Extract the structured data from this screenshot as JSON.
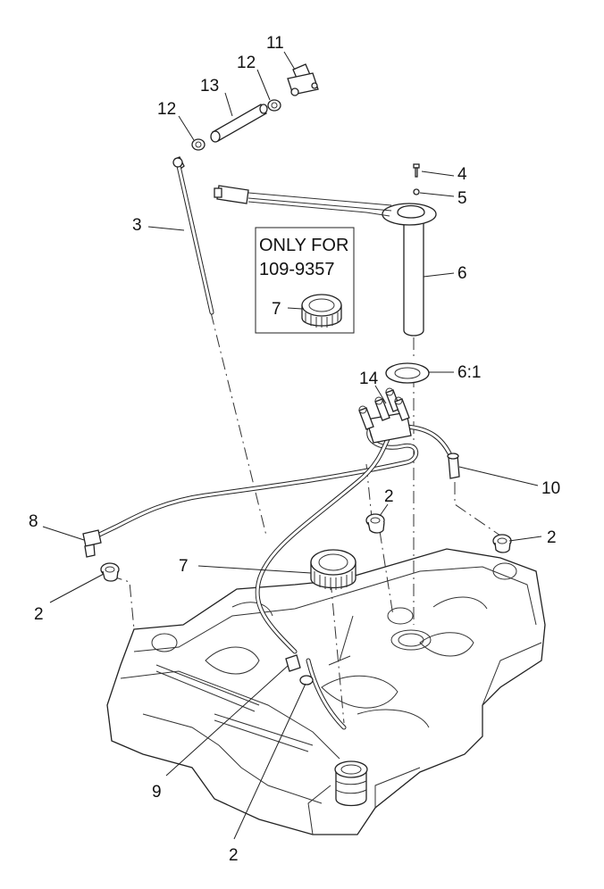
{
  "callouts": [
    {
      "id": "c11",
      "text": "11"
    },
    {
      "id": "c12a",
      "text": "12"
    },
    {
      "id": "c13",
      "text": "13"
    },
    {
      "id": "c12b",
      "text": "12"
    },
    {
      "id": "c4",
      "text": "4"
    },
    {
      "id": "c5",
      "text": "5"
    },
    {
      "id": "c3",
      "text": "3"
    },
    {
      "id": "c6",
      "text": "6"
    },
    {
      "id": "c7a",
      "text": "7"
    },
    {
      "id": "c61",
      "text": "6:1"
    },
    {
      "id": "c14",
      "text": "14"
    },
    {
      "id": "c10",
      "text": "10"
    },
    {
      "id": "c2a",
      "text": "2"
    },
    {
      "id": "c8",
      "text": "8"
    },
    {
      "id": "c2b",
      "text": "2"
    },
    {
      "id": "c7b",
      "text": "7"
    },
    {
      "id": "c2c",
      "text": "2"
    },
    {
      "id": "c9",
      "text": "9"
    },
    {
      "id": "c2d",
      "text": "2"
    }
  ],
  "inset_box": {
    "line1": "ONLY FOR",
    "line2": "109-9357"
  }
}
